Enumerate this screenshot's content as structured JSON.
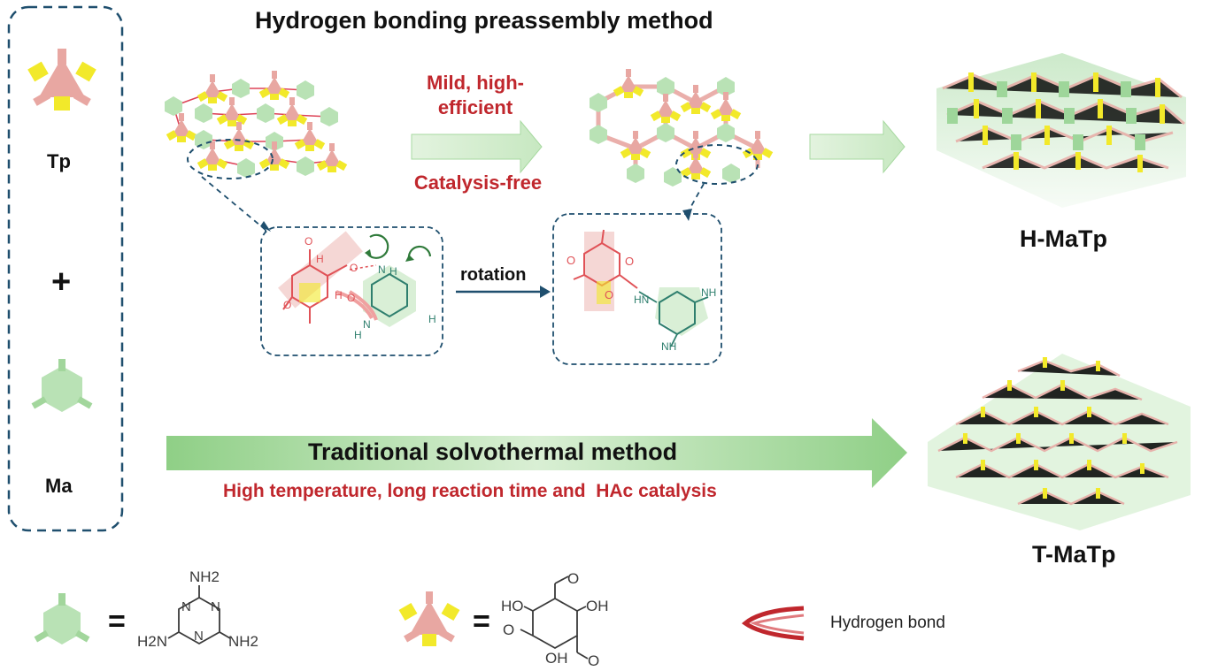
{
  "title": "Hydrogen bonding preassembly method",
  "conditions": {
    "line1": "Mild, high-",
    "line2": "efficient",
    "line3": "Catalysis-free"
  },
  "rotation_label": "rotation",
  "left_panel": {
    "tp_label": "Tp",
    "plus": "+",
    "ma_label": "Ma"
  },
  "products": {
    "h": "H-MaTp",
    "t": "T-MaTp"
  },
  "traditional": {
    "title": "Traditional solvothermal method",
    "subtitle": "High temperature, long reaction time and  HAc catalysis"
  },
  "legend": {
    "equals": "=",
    "hbond": "Hydrogen bond"
  },
  "chem": {
    "ma_nh2_top": "NH2",
    "ma_nh2_left": "H2N",
    "ma_nh2_right": "NH2",
    "ma_n": "N",
    "tp_oh_left": "HO",
    "tp_oh_right": "OH",
    "tp_oh_bottom": "OH",
    "tp_o": "O",
    "inset_nh": "NH",
    "inset_hn": "HN",
    "inset_h": "H",
    "inset_o": "O"
  },
  "colors": {
    "red": "#c0272d",
    "green_fill": "#b9e2b5",
    "pink_fill": "#e8a7a2",
    "yellow": "#f2e92a",
    "dash_blue": "#1f4f6e",
    "chem_gray": "#3a3a3a",
    "teal": "#2f7f6e"
  }
}
